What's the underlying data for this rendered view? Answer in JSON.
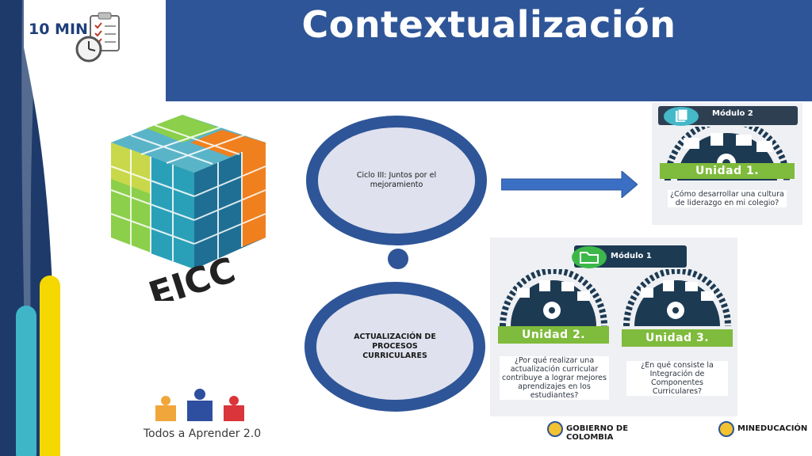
{
  "header": {
    "title": "Contextualización",
    "timer": "10 MIN"
  },
  "logo": {
    "cube_text": "EICC",
    "todos": "Todos a Aprender 2.0"
  },
  "flow": {
    "step1": "Ciclo III: Juntos por el mejoramiento",
    "step2": "ACTUALIZACIÓN DE PROCESOS CURRICULARES"
  },
  "modulo2": {
    "tag": "Módulo 2",
    "unit": "Unidad 1.",
    "question": "¿Cómo desarrollar una cultura de liderazgo en mi colegio?"
  },
  "modulo1": {
    "tag": "Módulo 1",
    "unit_a": "Unidad 2.",
    "question_a": "¿Por qué realizar una actualización curricular contribuye a lograr mejores aprendizajes en los estudiantes?",
    "unit_b": "Unidad 3.",
    "question_b": "¿En qué consiste la Integración de Componentes Curriculares?"
  },
  "footer": {
    "gov": "GOBIERNO DE COLOMBIA",
    "min": "MINEDUCACIÓN"
  },
  "colors": {
    "primary": "#2e5597",
    "green": "#7fbb3c",
    "dark": "#1d3a53",
    "yellow": "#f5d800",
    "cyan": "#3fb5c8"
  }
}
